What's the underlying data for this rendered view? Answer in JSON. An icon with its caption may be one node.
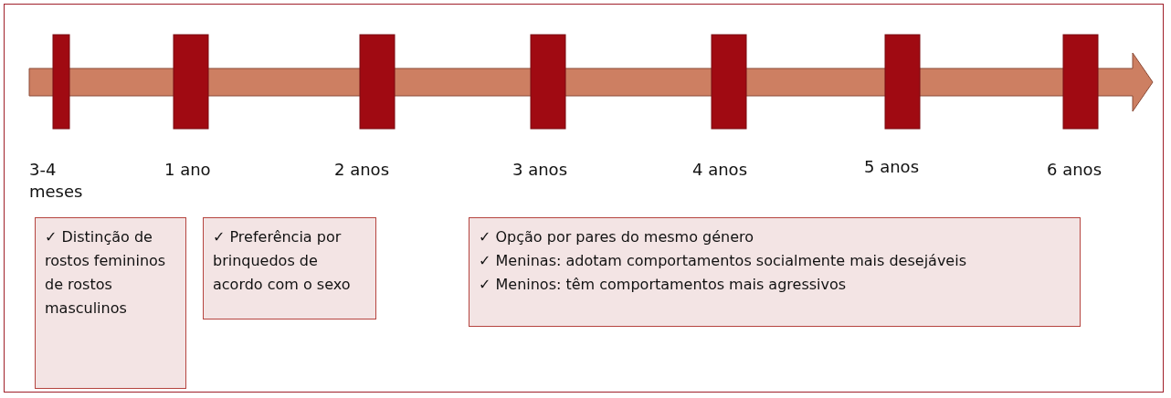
{
  "diagram": {
    "nodes": [
      {
        "text": [
          "✓ Distinção de rostos femininos de rostos masculinos"
        ]
      },
      {
        "text": [
          "✓ Preferência por brinquedos de acordo com o sexo"
        ]
      },
      {
        "text": [
          "✓ Opção por pares do mesmo género",
          "✓ Meninas: adotam comportamentos socialmente mais desejáveis",
          "✓ Meninos: têm comportamentos mais agressivos"
        ]
      }
    ],
    "labels": [
      "3-4 meses",
      "1 ano",
      "2 anos",
      "3 anos",
      "4 anos",
      "5 anos",
      "6 anos"
    ]
  }
}
